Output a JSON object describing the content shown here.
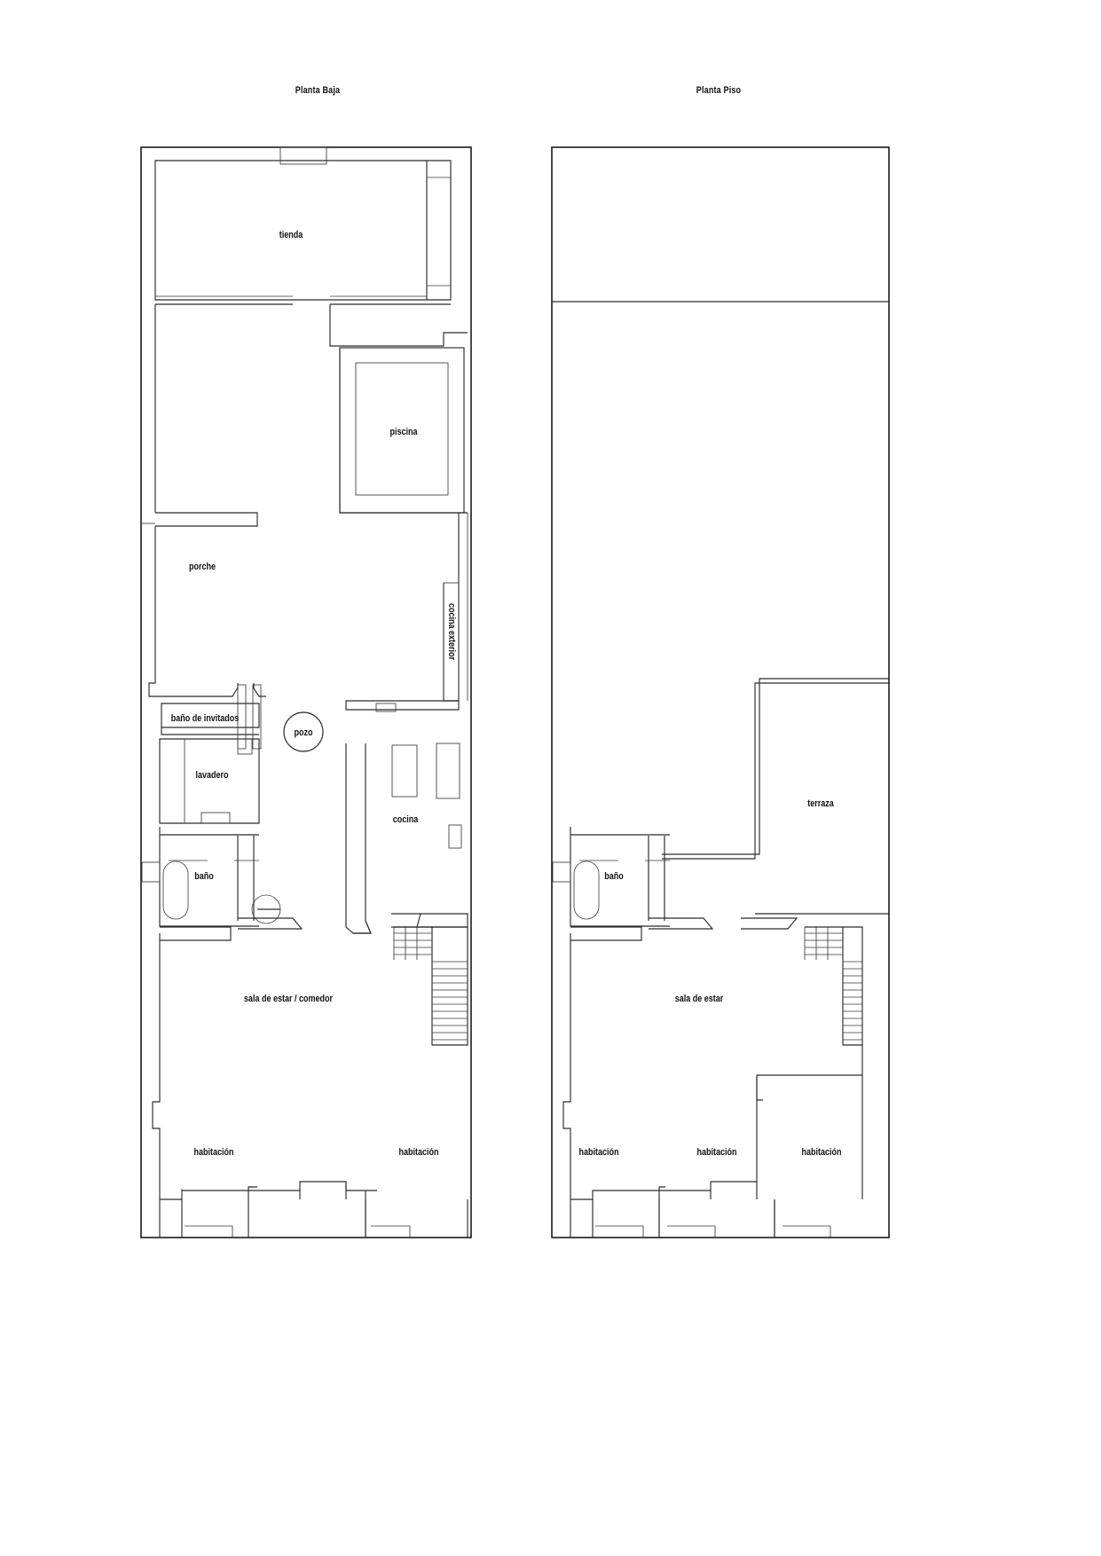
{
  "document": {
    "type": "architectural-floor-plan",
    "background_color": "#ffffff",
    "line_color": "#1a1a1a",
    "text_color": "#111111"
  },
  "plans": [
    {
      "id": "planta-baja",
      "title": "Planta Baja",
      "rooms": [
        {
          "key": "tienda",
          "label": "tienda",
          "orientation": "horizontal"
        },
        {
          "key": "piscina",
          "label": "piscina",
          "orientation": "horizontal"
        },
        {
          "key": "porche",
          "label": "porche",
          "orientation": "horizontal"
        },
        {
          "key": "cocina-exterior",
          "label": "cocina exterior",
          "orientation": "vertical"
        },
        {
          "key": "bano-de-invitados",
          "label": "baño de invitados",
          "orientation": "horizontal"
        },
        {
          "key": "pozo",
          "label": "pozo",
          "orientation": "horizontal"
        },
        {
          "key": "lavadero",
          "label": "lavadero",
          "orientation": "horizontal"
        },
        {
          "key": "cocina",
          "label": "cocina",
          "orientation": "horizontal"
        },
        {
          "key": "bano",
          "label": "baño",
          "orientation": "horizontal"
        },
        {
          "key": "sala-de-estar-comedor",
          "label": "sala de estar / comedor",
          "orientation": "horizontal"
        },
        {
          "key": "habitacion-1",
          "label": "habitación",
          "orientation": "horizontal"
        },
        {
          "key": "habitacion-2",
          "label": "habitación",
          "orientation": "horizontal"
        }
      ]
    },
    {
      "id": "planta-piso",
      "title": "Planta Piso",
      "rooms": [
        {
          "key": "terraza",
          "label": "terraza",
          "orientation": "horizontal"
        },
        {
          "key": "bano",
          "label": "baño",
          "orientation": "horizontal"
        },
        {
          "key": "sala-de-estar",
          "label": "sala de estar",
          "orientation": "horizontal"
        },
        {
          "key": "habitacion-1",
          "label": "habitación",
          "orientation": "horizontal"
        },
        {
          "key": "habitacion-2",
          "label": "habitación",
          "orientation": "horizontal"
        },
        {
          "key": "habitacion-3",
          "label": "habitación",
          "orientation": "horizontal"
        }
      ]
    }
  ]
}
